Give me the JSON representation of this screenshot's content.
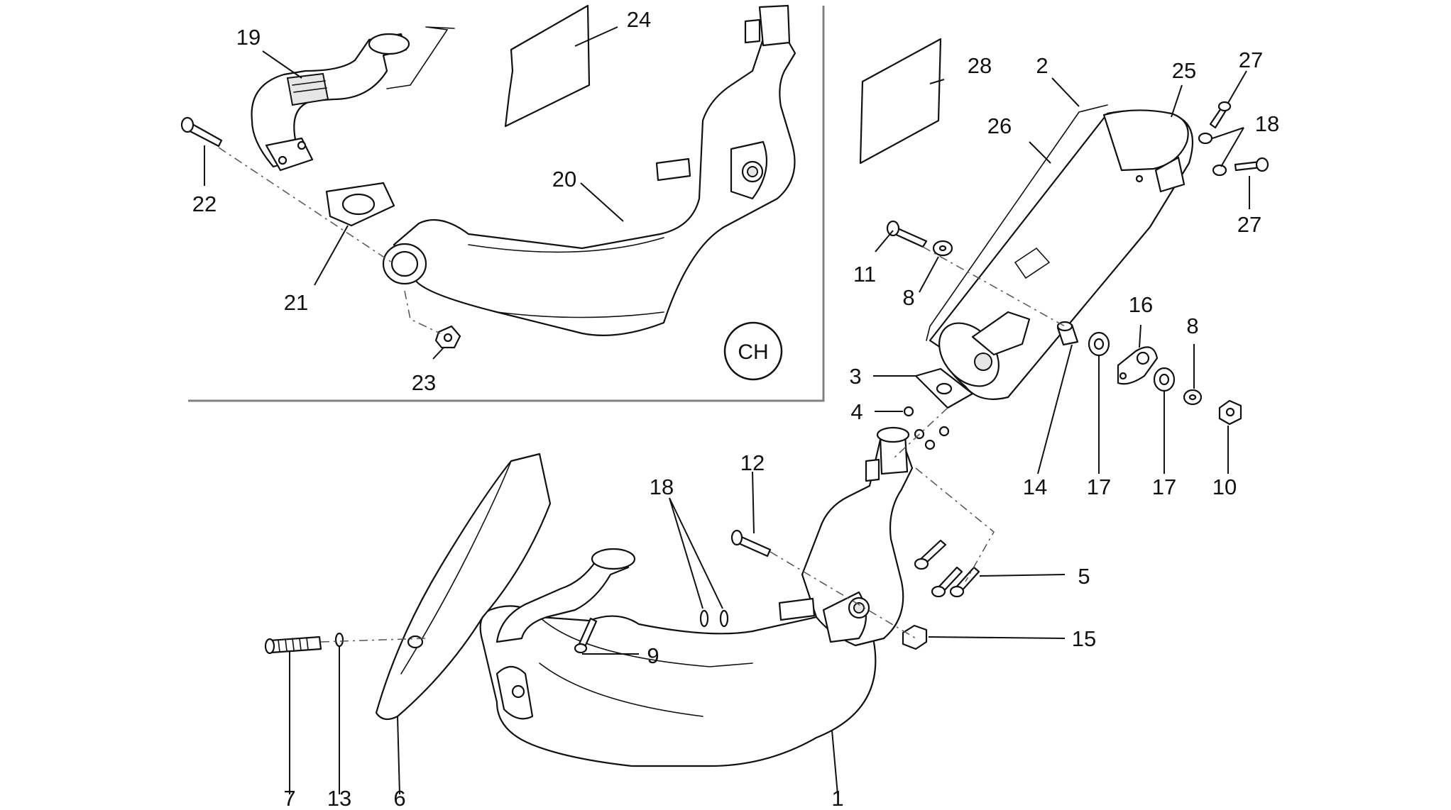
{
  "diagram": {
    "inset_badge": "CH",
    "callouts": [
      {
        "id": "c19",
        "text": "19"
      },
      {
        "id": "c24",
        "text": "24"
      },
      {
        "id": "c22",
        "text": "22"
      },
      {
        "id": "c20",
        "text": "20"
      },
      {
        "id": "c21",
        "text": "21"
      },
      {
        "id": "c23",
        "text": "23"
      },
      {
        "id": "c28",
        "text": "28"
      },
      {
        "id": "c2",
        "text": "2"
      },
      {
        "id": "c25",
        "text": "25"
      },
      {
        "id": "c27a",
        "text": "27"
      },
      {
        "id": "c26",
        "text": "26"
      },
      {
        "id": "c18a",
        "text": "18"
      },
      {
        "id": "c27b",
        "text": "27"
      },
      {
        "id": "c11",
        "text": "11"
      },
      {
        "id": "c8a",
        "text": "8"
      },
      {
        "id": "c16",
        "text": "16"
      },
      {
        "id": "c8b",
        "text": "8"
      },
      {
        "id": "c3",
        "text": "3"
      },
      {
        "id": "c4",
        "text": "4"
      },
      {
        "id": "c14",
        "text": "14"
      },
      {
        "id": "c17a",
        "text": "17"
      },
      {
        "id": "c17b",
        "text": "17"
      },
      {
        "id": "c10",
        "text": "10"
      },
      {
        "id": "c12",
        "text": "12"
      },
      {
        "id": "c18b",
        "text": "18"
      },
      {
        "id": "c5",
        "text": "5"
      },
      {
        "id": "c9",
        "text": "9"
      },
      {
        "id": "c15",
        "text": "15"
      },
      {
        "id": "c7",
        "text": "7"
      },
      {
        "id": "c13",
        "text": "13"
      },
      {
        "id": "c6",
        "text": "6"
      },
      {
        "id": "c1",
        "text": "1"
      }
    ]
  }
}
